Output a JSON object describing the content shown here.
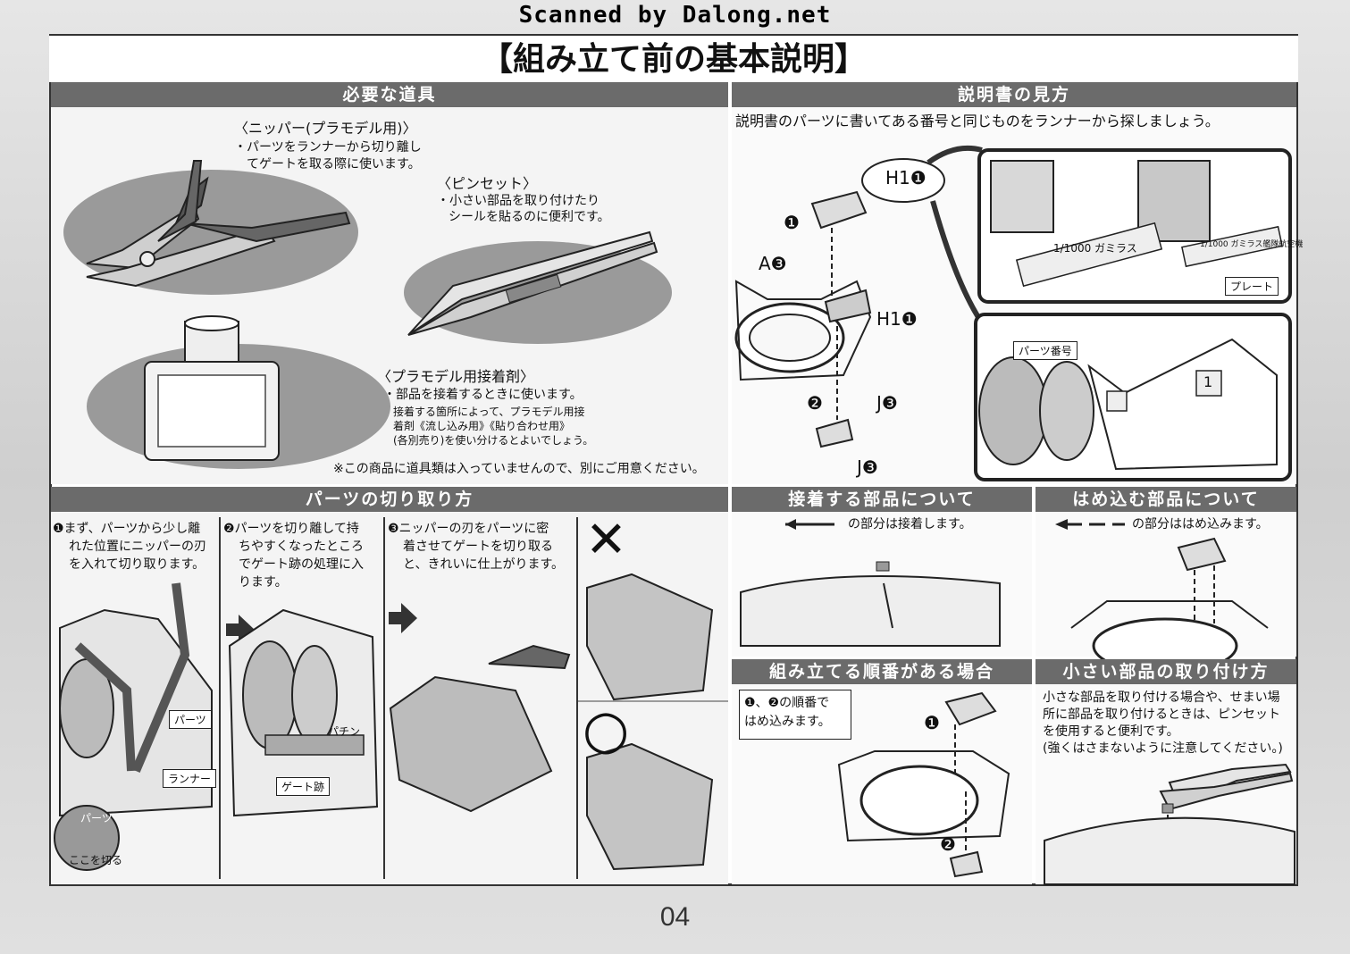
{
  "header": {
    "scanned_by": "Scanned by Dalong.net",
    "title": "【組み立て前の基本説明】"
  },
  "tools": {
    "heading": "必要な道具",
    "nipper": {
      "name": "〈ニッパー(プラモデル用)〉",
      "desc1": "・パーツをランナーから切り離し",
      "desc2": "てゲートを取る際に使います。"
    },
    "tweezers": {
      "name": "〈ピンセット〉",
      "desc1": "・小さい部品を取り付けたり",
      "desc2": "シールを貼るのに便利です。"
    },
    "glue": {
      "name": "〈プラモデル用接着剤〉",
      "desc1": "・部品を接着するときに使います。",
      "desc2": "接着する箇所によって、プラモデル用接",
      "desc3": "着剤《流し込み用》《貼り合わせ用》",
      "desc4": "(各別売り)を使い分けるとよいでしょう。"
    },
    "note": "※この商品に道具類は入っていませんので、別にご用意ください。"
  },
  "manual": {
    "heading": "説明書の見方",
    "intro": "説明書のパーツに書いてある番号と同じものをランナーから探しましょう。",
    "callout": "H1❶",
    "label_a3": "A❸",
    "label_h1": "H1❶",
    "label_j3a": "J❸",
    "label_j3b": "J❸",
    "step1": "❶",
    "step2": "❷",
    "runner_text1": "1/1000 ガミラス",
    "runner_text2": "1/1000 ガミラス艦隊航空機",
    "plate_label": "プレート",
    "part_no_label": "パーツ番号",
    "part_no_value": "1"
  },
  "cutting": {
    "heading": "パーツの切り取り方",
    "step1_l1": "❶まず、パーツから少し離",
    "step1_l2": "れた位置にニッパーの刃",
    "step1_l3": "を入れて切り取ります。",
    "step2_l1": "❷パーツを切り離して持",
    "step2_l2": "ちやすくなったところ",
    "step2_l3": "でゲート跡の処理に入",
    "step2_l4": "ります。",
    "step3_l1": "❸ニッパーの刃をパーツに密",
    "step3_l2": "着させてゲートを切り取る",
    "step3_l3": "と、きれいに仕上がります。",
    "label_parts": "パーツ",
    "label_runner": "ランナー",
    "label_gate": "ゲート跡",
    "label_parts2": "パーツ",
    "label_cut_here": "ここを切る",
    "snip": "パチン",
    "wrong": "✕",
    "right": "○"
  },
  "glue_parts": {
    "heading": "接着する部品について",
    "desc": "の部分は接着します。"
  },
  "fit_parts": {
    "heading": "はめ込む部品について",
    "desc": "の部分ははめ込みます。"
  },
  "order": {
    "heading": "組み立てる順番がある場合",
    "box_l1": "❶、❷の順番で",
    "box_l2": "はめ込みます。",
    "step1": "❶",
    "step2": "❷"
  },
  "small": {
    "heading": "小さい部品の取り付け方",
    "l1": "小さな部品を取り付ける場合や、せまい場",
    "l2": "所に部品を取り付けるときは、ピンセット",
    "l3": "を使用すると便利です。",
    "l4": "(強くはさまないように注意してください。)"
  },
  "page_number": "04"
}
